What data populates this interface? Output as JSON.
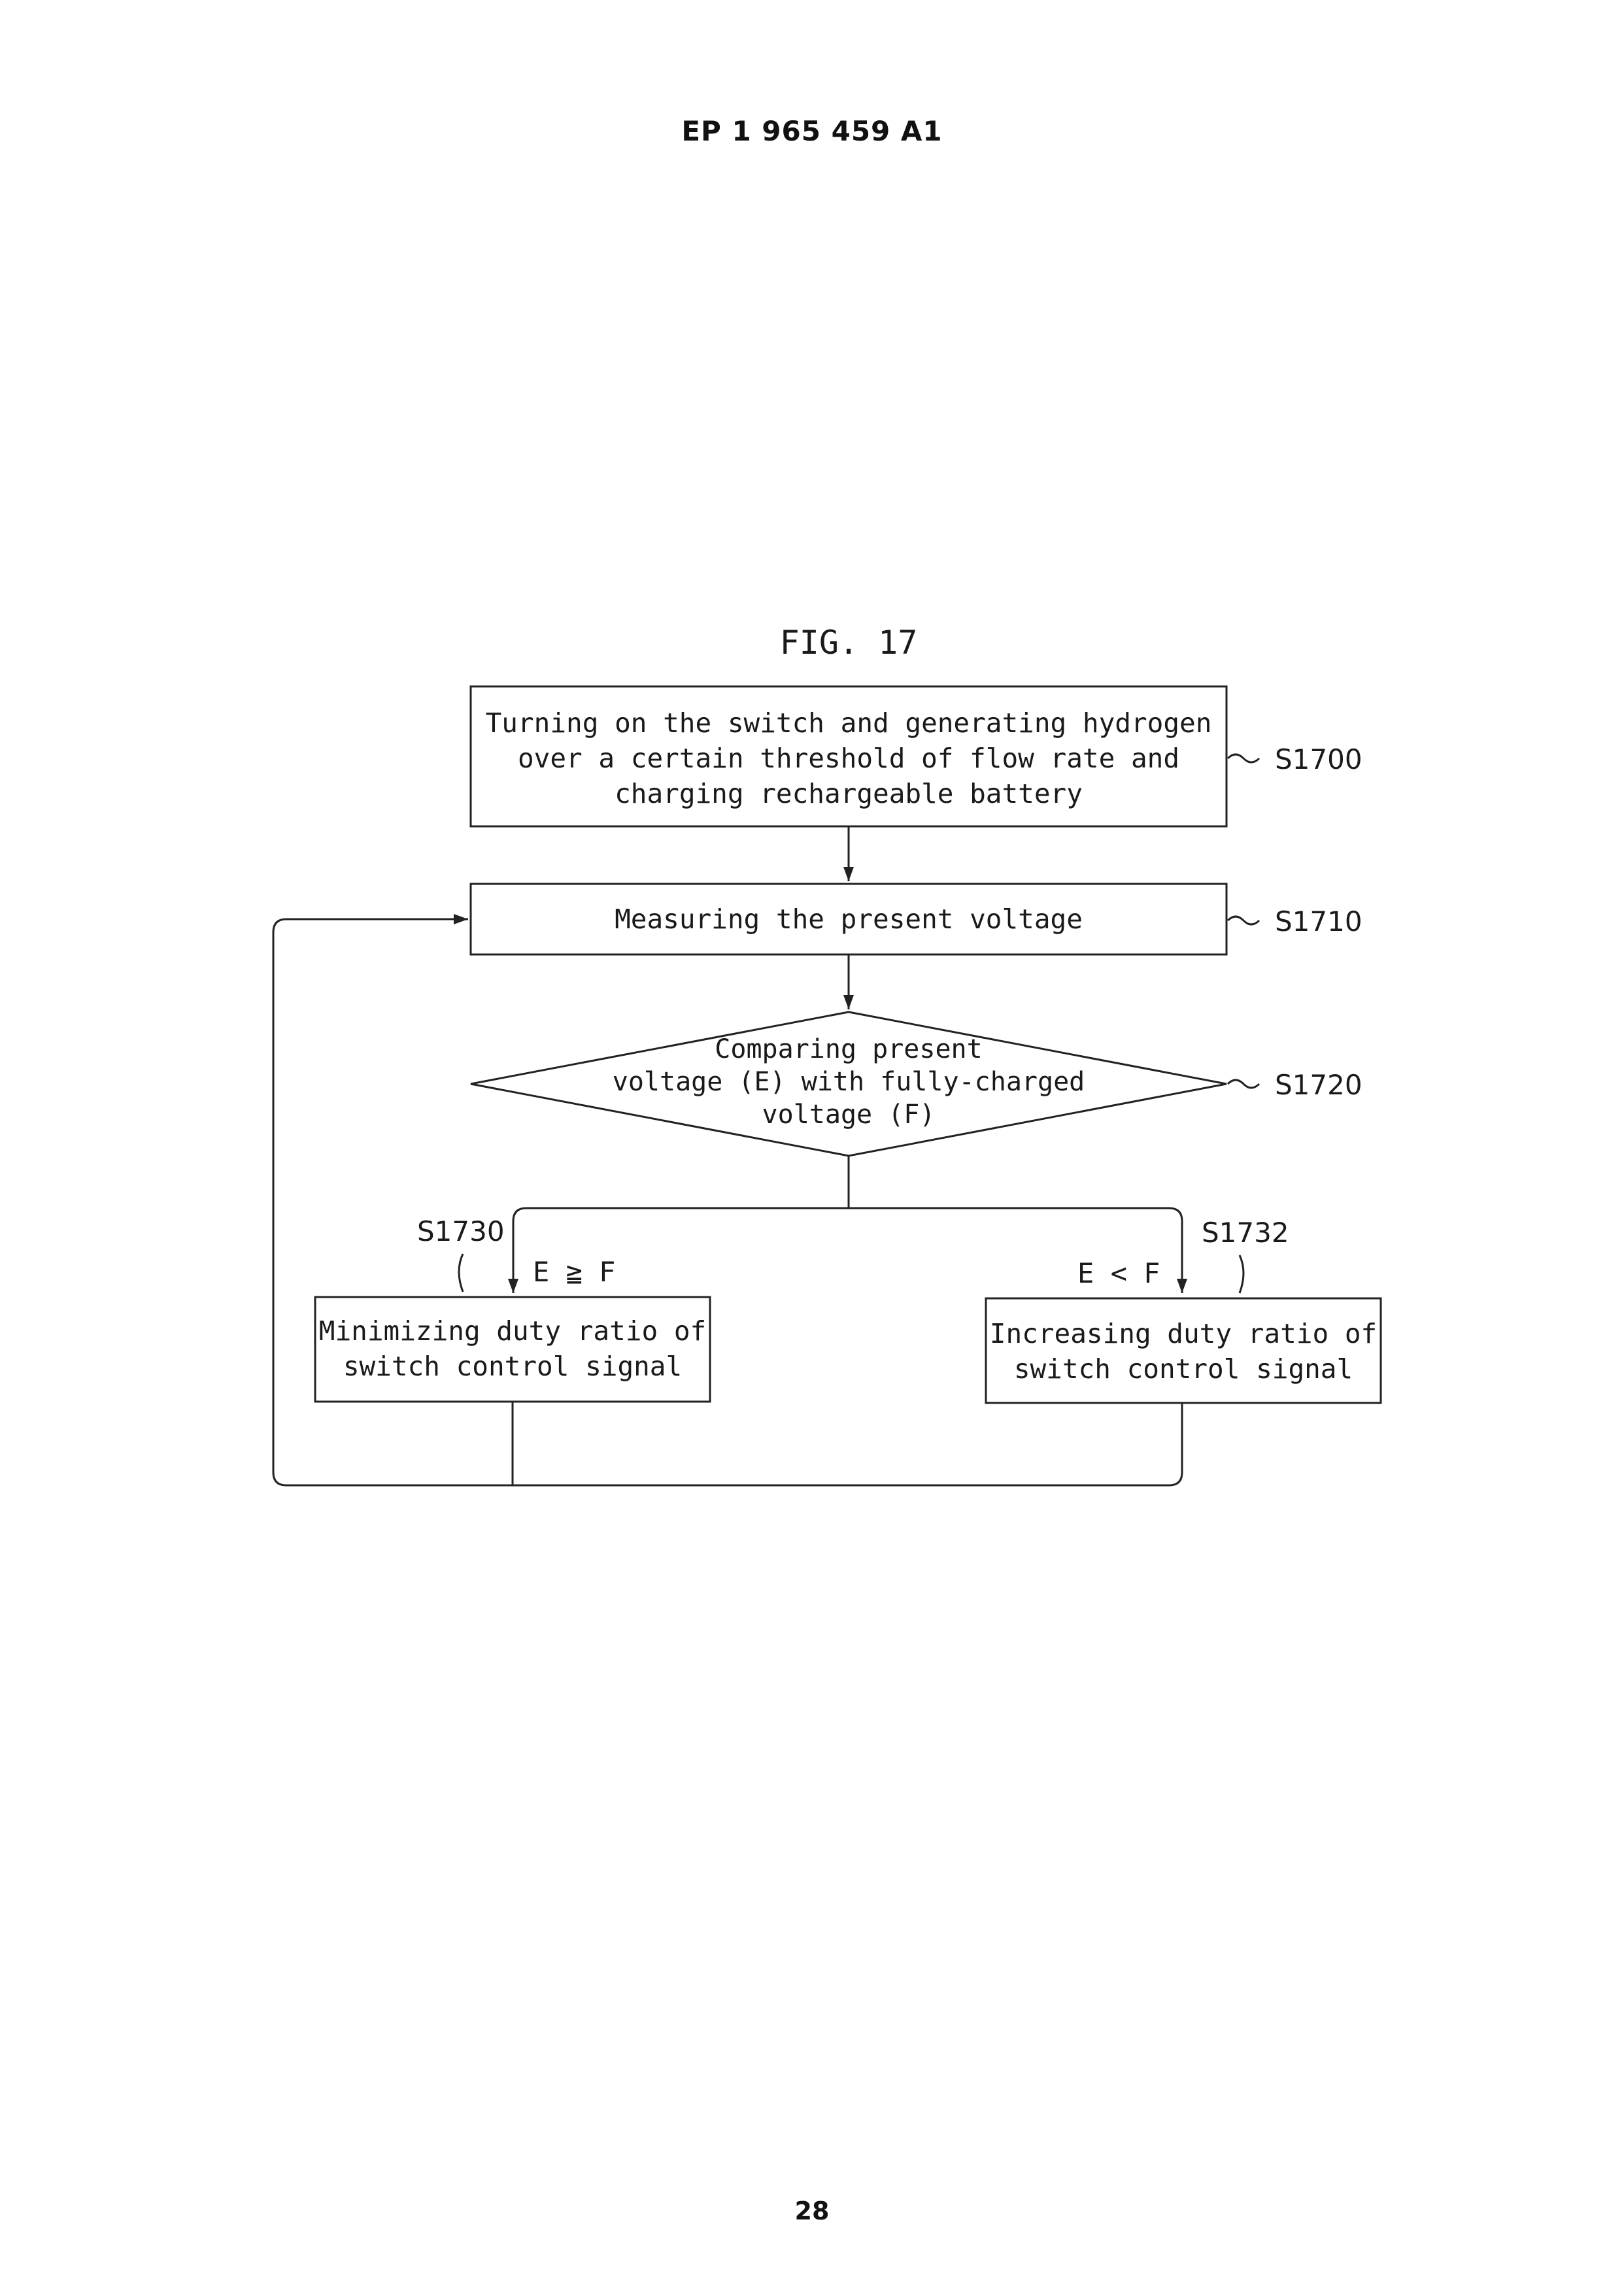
{
  "header": {
    "text": "EP 1 965 459 A1"
  },
  "figure": {
    "title": "FIG. 17"
  },
  "steps": {
    "s1700": {
      "id": "S1700",
      "lines": [
        "Turning on the switch and generating hydrogen",
        "over a certain threshold of flow rate and",
        "charging rechargeable battery"
      ]
    },
    "s1710": {
      "id": "S1710",
      "lines": [
        "Measuring the present voltage"
      ]
    },
    "s1720": {
      "id": "S1720",
      "lines": [
        "Comparing present",
        "voltage (E) with fully-charged",
        "voltage (F)"
      ]
    },
    "s1730": {
      "id": "S1730",
      "condition": "E ≧ F",
      "lines": [
        "Minimizing duty ratio of",
        "switch control signal"
      ]
    },
    "s1732": {
      "id": "S1732",
      "condition": "E < F",
      "lines": [
        "Increasing duty ratio of",
        "switch control signal"
      ]
    }
  },
  "footer": {
    "page_number": "28"
  }
}
